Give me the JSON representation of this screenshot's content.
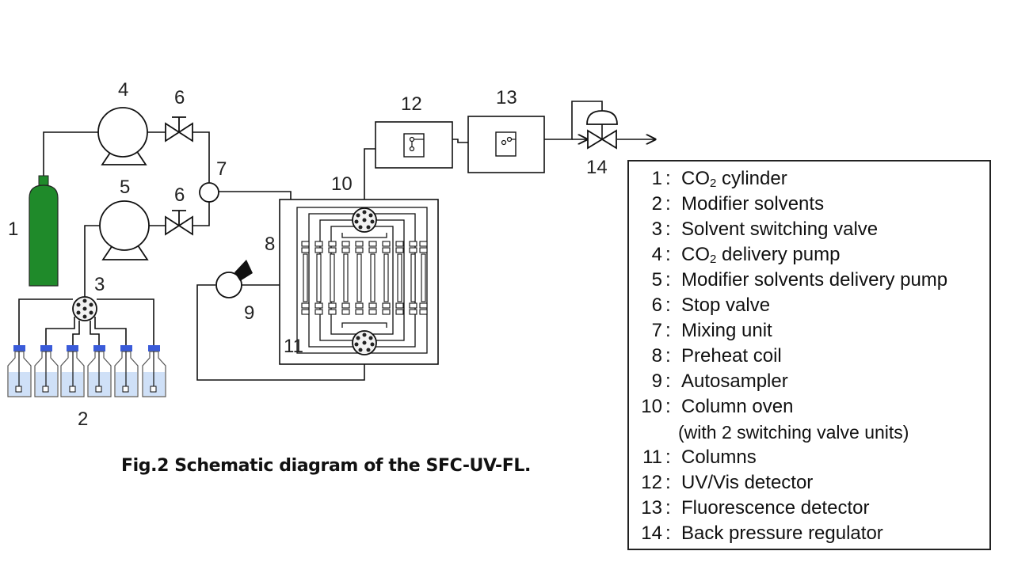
{
  "labels": {
    "n1": "1",
    "n2": "2",
    "n3": "3",
    "n4": "4",
    "n5": "5",
    "n6a": "6",
    "n6b": "6",
    "n7": "7",
    "n8": "8",
    "n9": "9",
    "n10": "10",
    "n11": "11",
    "n12": "12",
    "n13": "13",
    "n14": "14"
  },
  "caption": "Fig.2  Schematic diagram of the SFC-UV-FL.",
  "legend": [
    {
      "num": "1",
      "pre": "CO",
      "sub": "2",
      "text": " cylinder"
    },
    {
      "num": "2",
      "pre": "",
      "sub": "",
      "text": "Modifier solvents"
    },
    {
      "num": "3",
      "pre": "",
      "sub": "",
      "text": "Solvent switching valve"
    },
    {
      "num": "4",
      "pre": "CO",
      "sub": "2",
      "text": " delivery pump"
    },
    {
      "num": "5",
      "pre": "",
      "sub": "",
      "text": "Modifier solvents delivery pump"
    },
    {
      "num": "6",
      "pre": "",
      "sub": "",
      "text": "Stop valve"
    },
    {
      "num": "7",
      "pre": "",
      "sub": "",
      "text": "Mixing unit"
    },
    {
      "num": "8",
      "pre": "",
      "sub": "",
      "text": "Preheat coil"
    },
    {
      "num": "9",
      "pre": "",
      "sub": "",
      "text": "Autosampler"
    },
    {
      "num": "10",
      "pre": "",
      "sub": "",
      "text": "Column oven"
    },
    {
      "num": "",
      "pre": "",
      "sub": "",
      "text": "(with 2 switching valve units)"
    },
    {
      "num": "11",
      "pre": "",
      "sub": "",
      "text": "Columns"
    },
    {
      "num": "12",
      "pre": "",
      "sub": "",
      "text": "UV/Vis detector"
    },
    {
      "num": "13",
      "pre": "",
      "sub": "",
      "text": "Fluorescence detector"
    },
    {
      "num": "14",
      "pre": "",
      "sub": "",
      "text": "Back pressure regulator"
    }
  ],
  "colors": {
    "cylinder": "#1f8a2a",
    "bottle_cap": "#3a5bd9",
    "bottle_liquid": "#cfe0f7",
    "line": "#111111"
  }
}
